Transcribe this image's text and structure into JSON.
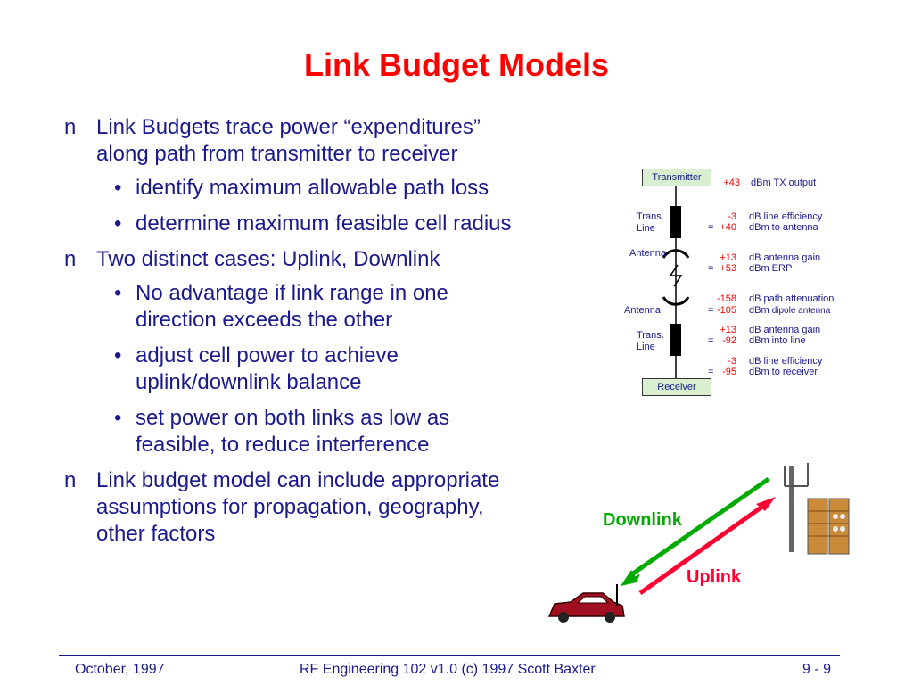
{
  "title": "Link Budget Models",
  "bullets": [
    {
      "level": 1,
      "marker": "n",
      "text": "Link Budgets trace power “expenditures” along path from transmitter to receiver"
    },
    {
      "level": 2,
      "marker": "•",
      "text": "identify maximum allowable path loss"
    },
    {
      "level": 2,
      "marker": "•",
      "text": "determine maximum feasible cell radius"
    },
    {
      "level": 1,
      "marker": "n",
      "text": "Two distinct cases:  Uplink,  Downlink"
    },
    {
      "level": 2,
      "marker": "•",
      "text": "No advantage if link range in one direction exceeds the other"
    },
    {
      "level": 2,
      "marker": "•",
      "text": "adjust cell power to achieve uplink/downlink balance"
    },
    {
      "level": 2,
      "marker": "•",
      "text": "set power on both links  as low as feasible, to reduce interference"
    },
    {
      "level": 1,
      "marker": "n",
      "text": "Link budget model can include appropriate assumptions  for propagation, geography, other factors"
    }
  ],
  "diagram": {
    "transmitter": "Transmitter",
    "receiver": "Receiver",
    "trans_line": [
      "Trans.",
      "Line"
    ],
    "antenna": "Antenna",
    "eq": "=",
    "rows": {
      "tx": {
        "value": "+43",
        "unit": "dBm TX output"
      },
      "line_eff": {
        "value": "-3",
        "unit": "dB line efficiency"
      },
      "to_ant": {
        "value": "+40",
        "unit": "dBm  to antenna"
      },
      "ant_gain": {
        "value": "+13",
        "unit": "dB antenna gain"
      },
      "erp": {
        "value": "+53",
        "unit": "dBm  ERP"
      },
      "path": {
        "value": "-158",
        "unit": "dB path attenuation"
      },
      "dipole": {
        "value": "-105",
        "unit": "dBm",
        "unit2": "dipole antenna"
      },
      "ant_gain2": {
        "value": "+13",
        "unit": "dB antenna gain"
      },
      "into_line": {
        "value": "-92",
        "unit": "dBm  into line"
      },
      "line_eff2": {
        "value": "-3",
        "unit": "dB line efficiency"
      },
      "to_rx": {
        "value": "-95",
        "unit": "dBm  to receiver"
      }
    }
  },
  "links": {
    "downlink": "Downlink",
    "uplink": "Uplink"
  },
  "colors": {
    "title": "#ff0000",
    "text": "#1a1a8c",
    "downlink": "#00aa00",
    "uplink": "#ff0033"
  },
  "footer": {
    "date": "October, 1997",
    "course": "RF Engineering 102 v1.0 (c) 1997 Scott Baxter",
    "page": "9 - 9"
  }
}
